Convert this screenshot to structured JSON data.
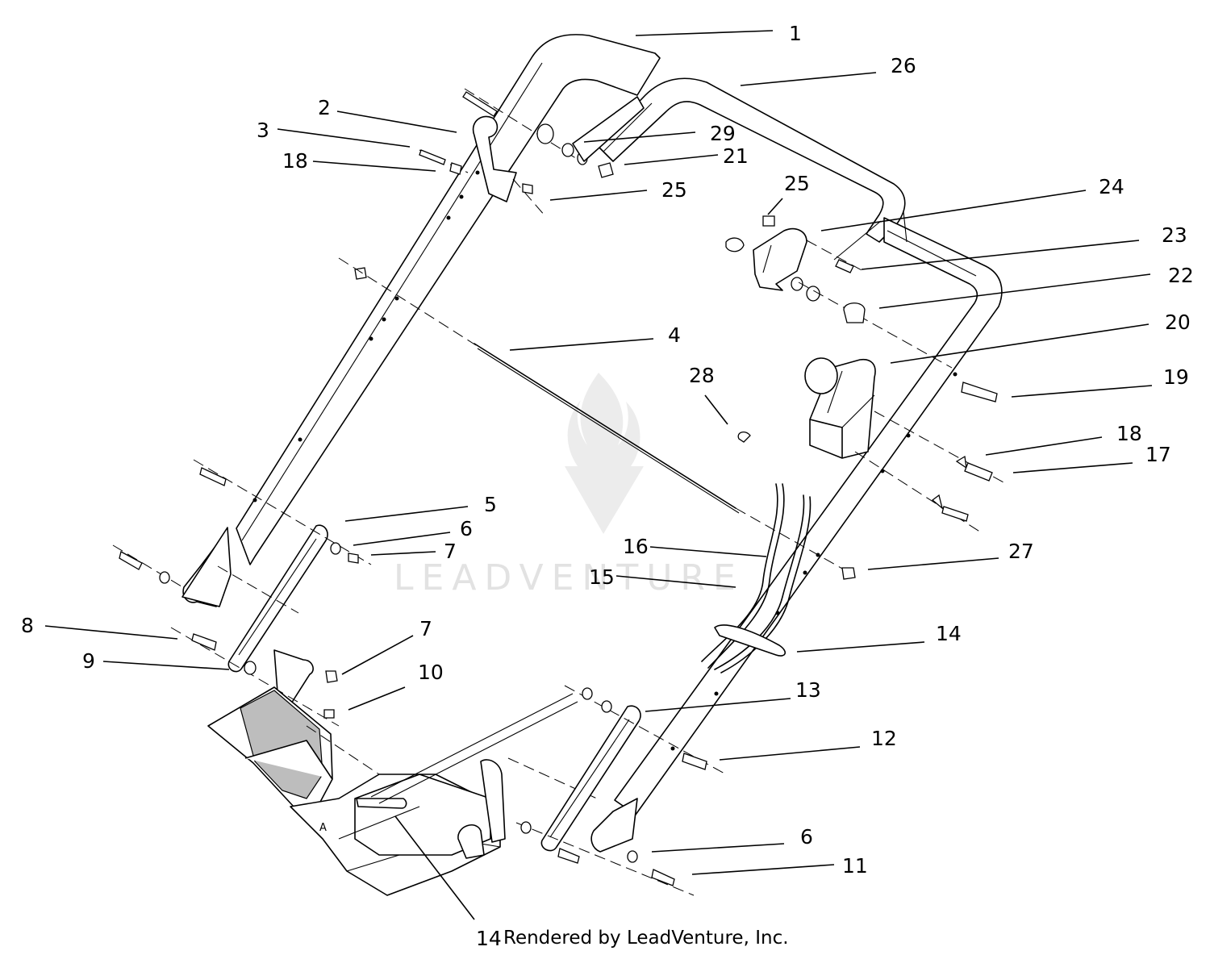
{
  "diagram": {
    "watermark": "LEADVENTURE",
    "credit": "Rendered by LeadVenture, Inc.",
    "callouts": [
      {
        "id": "c1",
        "label": "1"
      },
      {
        "id": "c26",
        "label": "26"
      },
      {
        "id": "c2",
        "label": "2"
      },
      {
        "id": "c3",
        "label": "3"
      },
      {
        "id": "c18a",
        "label": "18"
      },
      {
        "id": "c29",
        "label": "29"
      },
      {
        "id": "c21",
        "label": "21"
      },
      {
        "id": "c25a",
        "label": "25"
      },
      {
        "id": "c25b",
        "label": "25"
      },
      {
        "id": "c24",
        "label": "24"
      },
      {
        "id": "c23",
        "label": "23"
      },
      {
        "id": "c22",
        "label": "22"
      },
      {
        "id": "c20",
        "label": "20"
      },
      {
        "id": "c4",
        "label": "4"
      },
      {
        "id": "c28",
        "label": "28"
      },
      {
        "id": "c19",
        "label": "19"
      },
      {
        "id": "c18b",
        "label": "18"
      },
      {
        "id": "c17",
        "label": "17"
      },
      {
        "id": "c5",
        "label": "5"
      },
      {
        "id": "c6a",
        "label": "6"
      },
      {
        "id": "c7a",
        "label": "7"
      },
      {
        "id": "c16",
        "label": "16"
      },
      {
        "id": "c15",
        "label": "15"
      },
      {
        "id": "c27",
        "label": "27"
      },
      {
        "id": "c8",
        "label": "8"
      },
      {
        "id": "c9",
        "label": "9"
      },
      {
        "id": "c7b",
        "label": "7"
      },
      {
        "id": "c10",
        "label": "10"
      },
      {
        "id": "c14a",
        "label": "14"
      },
      {
        "id": "c13",
        "label": "13"
      },
      {
        "id": "c12",
        "label": "12"
      },
      {
        "id": "c6b",
        "label": "6"
      },
      {
        "id": "c11",
        "label": "11"
      },
      {
        "id": "c14b",
        "label": "14"
      }
    ]
  }
}
